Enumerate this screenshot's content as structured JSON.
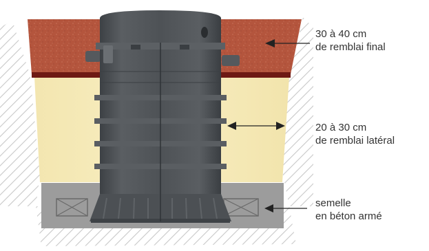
{
  "annotations": {
    "final_backfill": {
      "line1": "30 à 40 cm",
      "line2": "de remblai final"
    },
    "lateral_backfill": {
      "line1": "20 à 30 cm",
      "line2": "de remblai latéral"
    },
    "base_slab": {
      "line1": "semelle",
      "line2": "en béton armé"
    }
  },
  "colors": {
    "final_backfill": "#b0513c",
    "lateral_backfill": "#f6eab5",
    "concrete": "#9a9a9a",
    "tank": "#4c5054",
    "ground_hatch": "#c4c4c4",
    "arrow": "#222222"
  }
}
